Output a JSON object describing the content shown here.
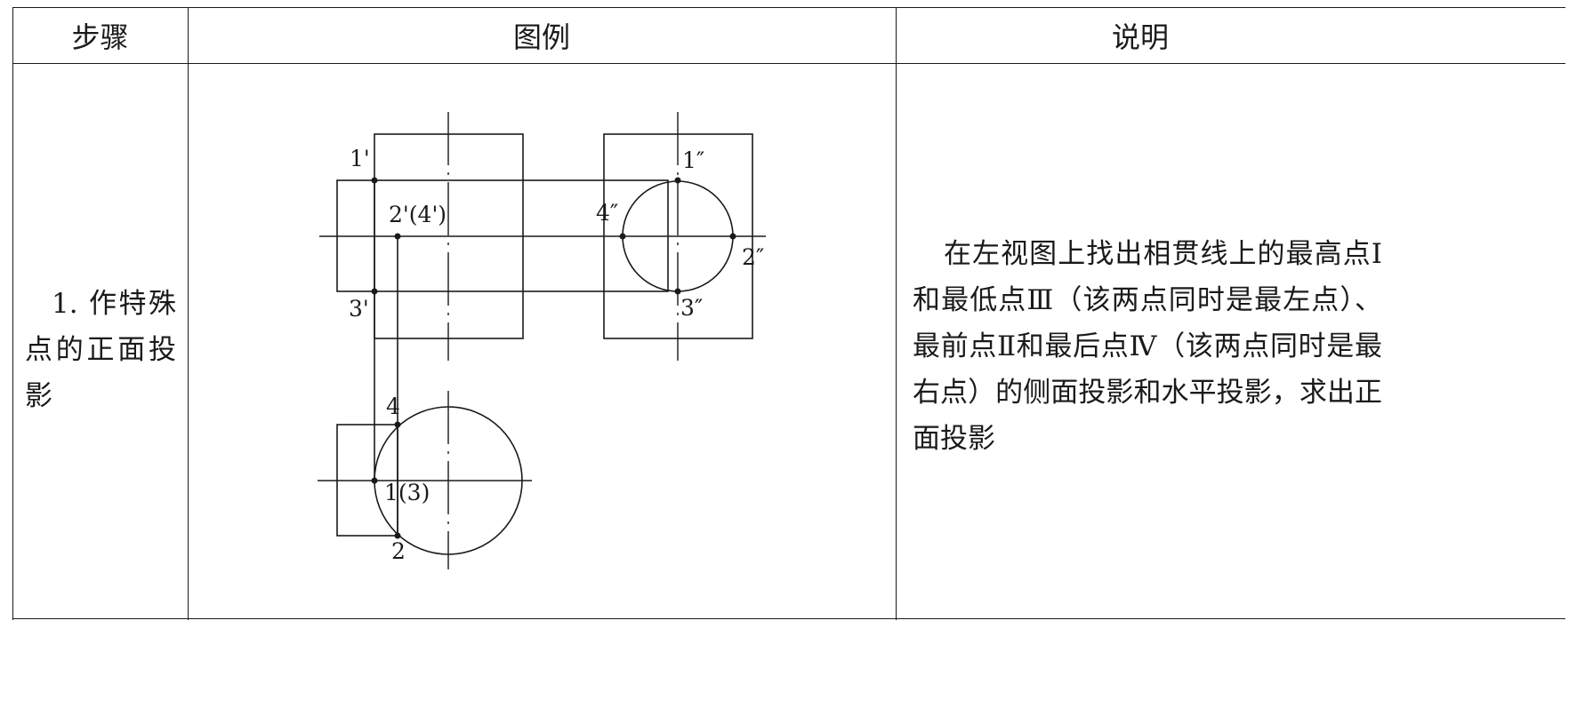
{
  "table": {
    "headers": {
      "step": "步骤",
      "figure": "图例",
      "note": "说明"
    },
    "row": {
      "step_text": "1. 作特殊点的正面投影",
      "description": "在左视图上找出相贯线上的最高点Ⅰ和最低点Ⅲ（该两点同时是最左点）、最前点Ⅱ和最后点Ⅳ（该两点同时是最右点）的侧面投影和水平投影，求出正面投影"
    }
  },
  "figure": {
    "labels": {
      "front_1": "1'",
      "front_24": "2'(4')",
      "front_3": "3'",
      "side_1": "1″",
      "side_4": "4″",
      "side_2": "2″",
      "side_3": "3″",
      "top_4": "4",
      "top_13": "1(3)",
      "top_2": "2"
    }
  }
}
